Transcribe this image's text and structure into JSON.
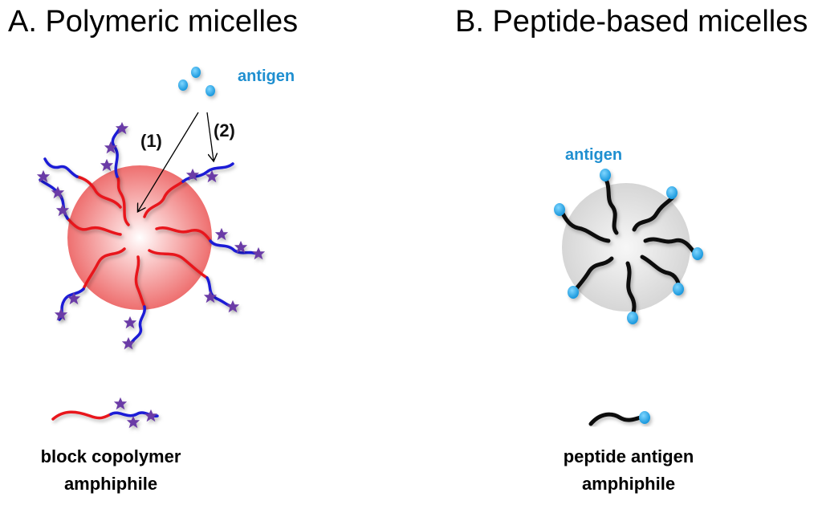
{
  "panel_a": {
    "title": "A. Polymeric micelles",
    "antigen_label": "antigen",
    "route_1": "(1)",
    "route_2": "(2)",
    "legend": {
      "line1": "block copolymer",
      "line2": "amphiphile"
    }
  },
  "panel_b": {
    "title": "B. Peptide-based micelles",
    "antigen_label": "antigen",
    "legend": {
      "line1": "peptide antigen",
      "line2": "amphiphile"
    }
  },
  "colors": {
    "hydrophobic_block": "#e8141c",
    "hydrophilic_block": "#1a1ad6",
    "star": "#6a3aa6",
    "antigen": "#1aa3e8",
    "core_a": "#f07a7a",
    "core_b": "#dcdcdc",
    "peptide_tail": "#111111"
  }
}
